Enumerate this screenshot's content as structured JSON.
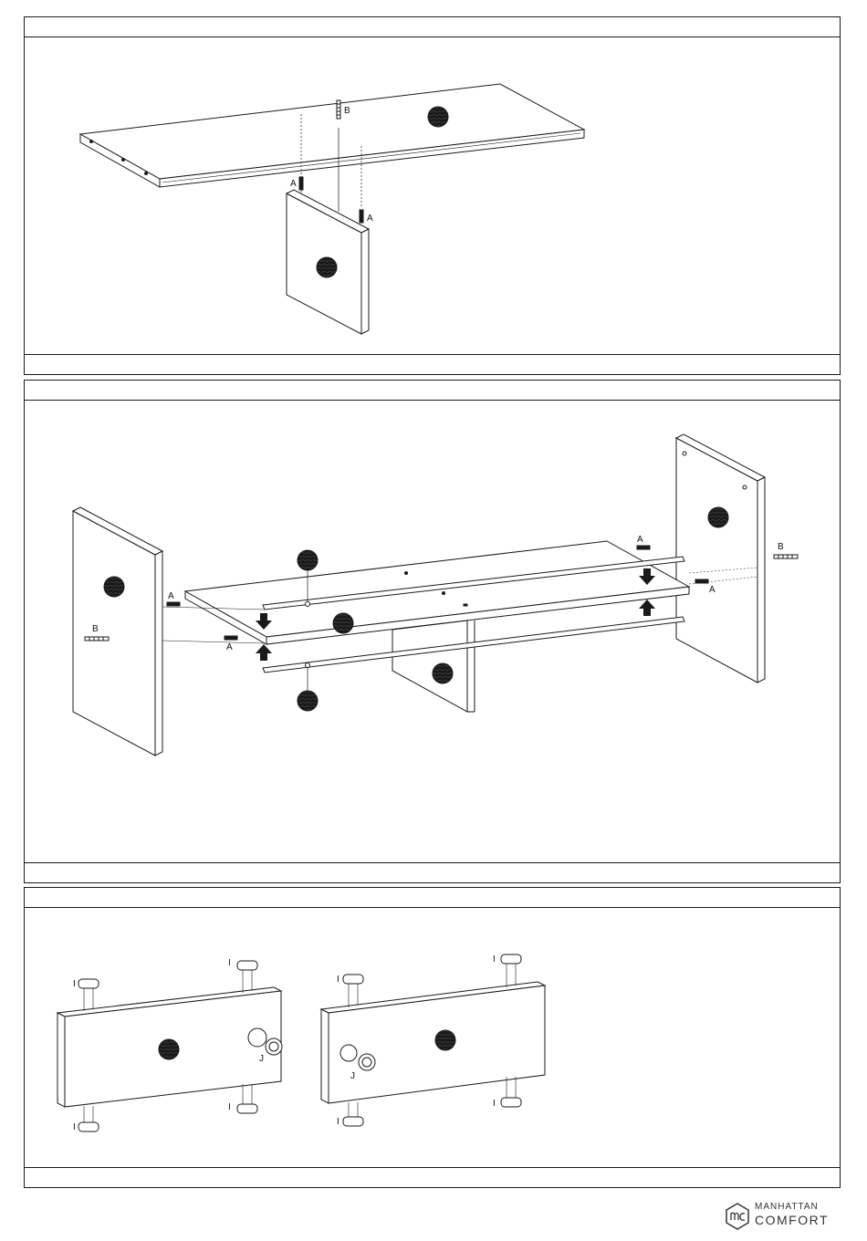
{
  "step1": {
    "labels": {
      "a_left": "A",
      "a_right": "A",
      "b": "B"
    }
  },
  "step2": {
    "labels": {
      "a_left1": "A",
      "a_left2": "A",
      "b_left": "B",
      "a_right1": "A",
      "a_right2": "A",
      "b_right": "B"
    }
  },
  "step3": {
    "labels": {
      "i1": "I",
      "i2": "I",
      "i3": "I",
      "i4": "I",
      "j1": "J",
      "i5": "I",
      "i6": "I",
      "i7": "I",
      "i8": "I",
      "j2": "J"
    }
  },
  "brand": {
    "line1": "MANHATTAN",
    "line2": "COMFORT"
  },
  "colors": {
    "line": "#1a1a1a",
    "badge": "#1a1a1a"
  }
}
